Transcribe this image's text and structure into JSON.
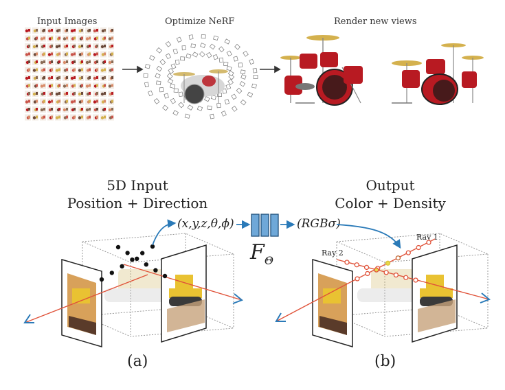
{
  "top_row": {
    "captions": [
      "Input Images",
      "Optimize NeRF",
      "Render new views"
    ]
  },
  "panel_a": {
    "title_line1": "5D Input",
    "title_line2": "Position + Direction",
    "formula": "(x,y,z,θ,ϕ)",
    "label": "(a)"
  },
  "network": {
    "symbol": "F",
    "subscript": "Θ"
  },
  "panel_b": {
    "title_line1": "Output",
    "title_line2": "Color + Density",
    "formula": "(RGBσ)",
    "ray1_label": "Ray 1",
    "ray2_label": "Ray 2",
    "label": "(b)"
  },
  "colors": {
    "arrow_blue": "#2a7ab8",
    "ray_red": "#e0533a",
    "net_fill": "#6fa8d8",
    "drum_red": "#b81a22"
  }
}
